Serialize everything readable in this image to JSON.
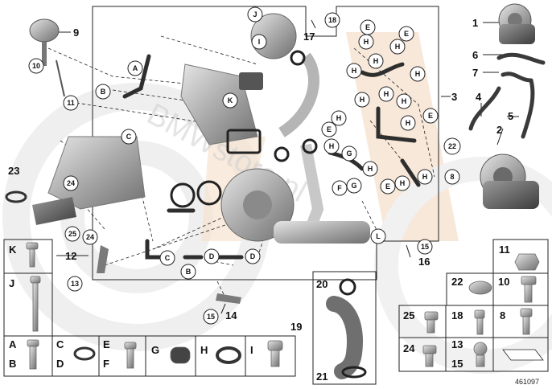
{
  "watermark": "BMWstore.pl",
  "catalog_number": "461097",
  "part_numbers": {
    "n1": "1",
    "n2": "2",
    "n3": "3",
    "n4": "4",
    "n5": "5",
    "n6": "6",
    "n7": "7",
    "n8": "8",
    "n9": "9",
    "n10": "10",
    "n11": "11",
    "n12": "12",
    "n13": "13",
    "n14": "14",
    "n15": "15",
    "n16": "16",
    "n17": "17",
    "n18": "18",
    "n19": "19",
    "n20": "20",
    "n21": "21",
    "n22": "22",
    "n23": "23",
    "n24": "24",
    "n25": "25"
  },
  "letters": {
    "A": "A",
    "B": "B",
    "C": "C",
    "D": "D",
    "E": "E",
    "F": "F",
    "G": "G",
    "H": "H",
    "I": "I",
    "J": "J",
    "K": "K",
    "L": "L"
  },
  "legend": {
    "K": "K",
    "J": "J",
    "A": "A",
    "B": "B",
    "C": "C",
    "D": "D",
    "E": "E",
    "F": "F",
    "G": "G",
    "H": "H",
    "I": "I",
    "p11": "11",
    "p22": "22",
    "p10": "10",
    "p25": "25",
    "p18": "18",
    "p8": "8",
    "p24": "24",
    "p13": "13",
    "p15": "15"
  },
  "colors": {
    "accent_stripe": "#f3d7bf",
    "watermark_ring": "#eeeeee",
    "line": "#222222",
    "part_gray": "#9a9a9a"
  }
}
